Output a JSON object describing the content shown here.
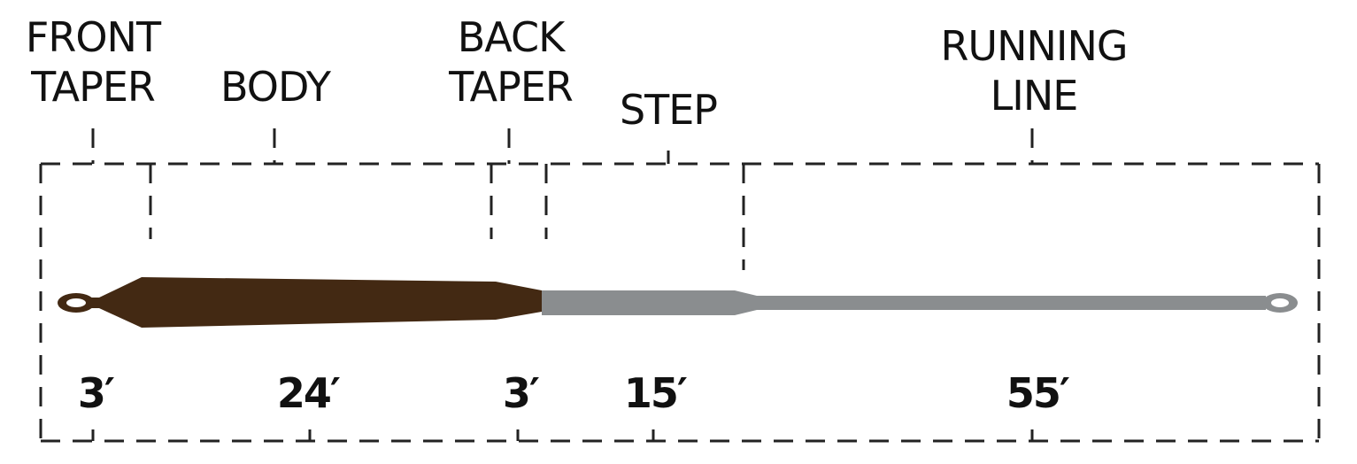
{
  "sections": [
    {
      "label_lines": [
        "FRONT",
        "TAPER"
      ],
      "length": "3′"
    },
    {
      "label_lines": [
        "BODY"
      ],
      "length": "24′"
    },
    {
      "label_lines": [
        "BACK",
        "TAPER"
      ],
      "length": "3′"
    },
    {
      "label_lines": [
        "STEP"
      ],
      "length": "15′"
    },
    {
      "label_lines": [
        "RUNNING",
        "LINE"
      ],
      "length": "55′"
    }
  ],
  "colors": {
    "head": "#432913",
    "running_line": "#8a8d8f",
    "lines": "#222222"
  }
}
